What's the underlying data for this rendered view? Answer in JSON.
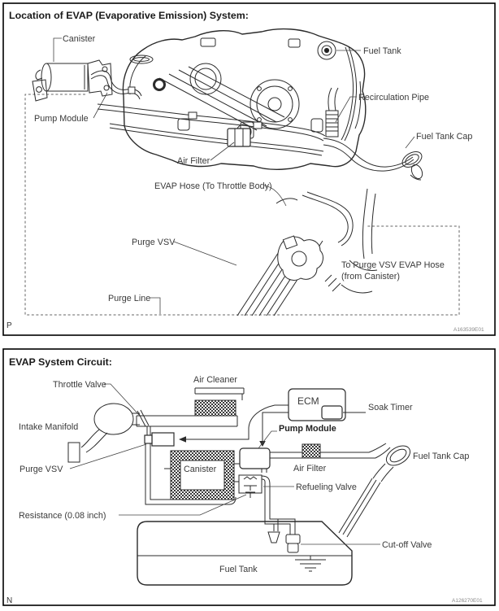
{
  "panel_top": {
    "title": "Location of EVAP (Evaporative Emission) System:",
    "corner_letter": "P",
    "figure_code": "A163539E01",
    "labels": {
      "canister": "Canister",
      "fuel_tank": "Fuel Tank",
      "pump_module": "Pump Module",
      "recirculation_pipe": "Recirculation Pipe",
      "air_filter": "Air Filter",
      "fuel_tank_cap": "Fuel Tank Cap",
      "evap_hose": "EVAP Hose (To Throttle Body)",
      "purge_vsv": "Purge VSV",
      "to_purge_vsv_line1": "To Purge VSV EVAP Hose",
      "to_purge_vsv_line2": "(from Canister)",
      "purge_line": "Purge Line"
    }
  },
  "panel_bottom": {
    "title": "EVAP System Circuit:",
    "corner_letter": "N",
    "figure_code": "A126270E01",
    "labels": {
      "throttle_valve": "Throttle Valve",
      "air_cleaner": "Air Cleaner",
      "ecm": "ECM",
      "soak_timer": "Soak Timer",
      "intake_manifold": "Intake Manifold",
      "pump_module": "Pump Module",
      "purge_vsv": "Purge VSV",
      "canister": "Canister",
      "air_filter": "Air Filter",
      "fuel_tank_cap": "Fuel Tank Cap",
      "refueling_valve": "Refueling Valve",
      "resistance": "Resistance (0.08 inch)",
      "cut_off_valve": "Cut-off Valve",
      "fuel_tank": "Fuel Tank"
    }
  }
}
